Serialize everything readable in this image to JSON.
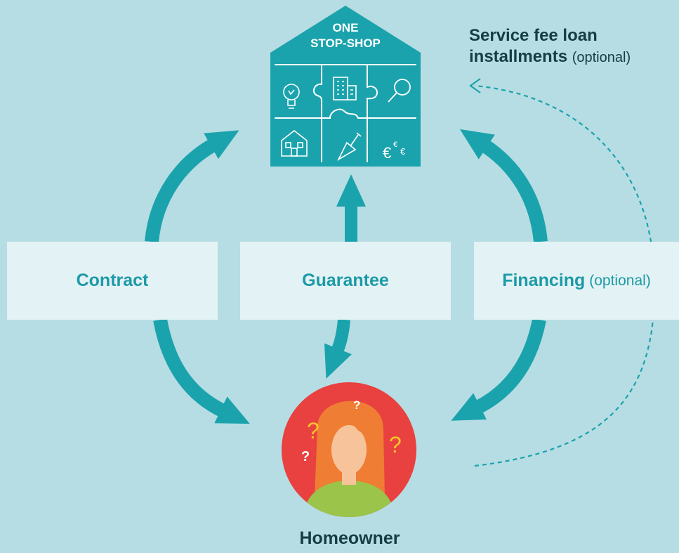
{
  "house": {
    "line1": "ONE",
    "line2": "STOP-SHOP"
  },
  "labels": {
    "contract": "Contract",
    "guarantee": "Guarantee",
    "financing": "Financing",
    "financing_note": "(optional)",
    "fee_line1": "Service fee loan",
    "fee_line2": "installments",
    "fee_note": "(optional)",
    "homeowner": "Homeowner"
  },
  "icons": [
    "lightbulb-icon",
    "building-icon",
    "magnifier-icon",
    "house-icon",
    "trowel-icon",
    "euro-icon"
  ],
  "colors": {
    "background": "#b6dde3",
    "teal": "#1ba3ad",
    "box": "#e3f2f4",
    "text_dark": "#153d44",
    "text_teal": "#1d9aa7",
    "avatar_bg": "#e8413f",
    "hair": "#ef7d33",
    "skin": "#f7c39a",
    "shirt": "#9ac54a",
    "question": "#f7c52b"
  }
}
